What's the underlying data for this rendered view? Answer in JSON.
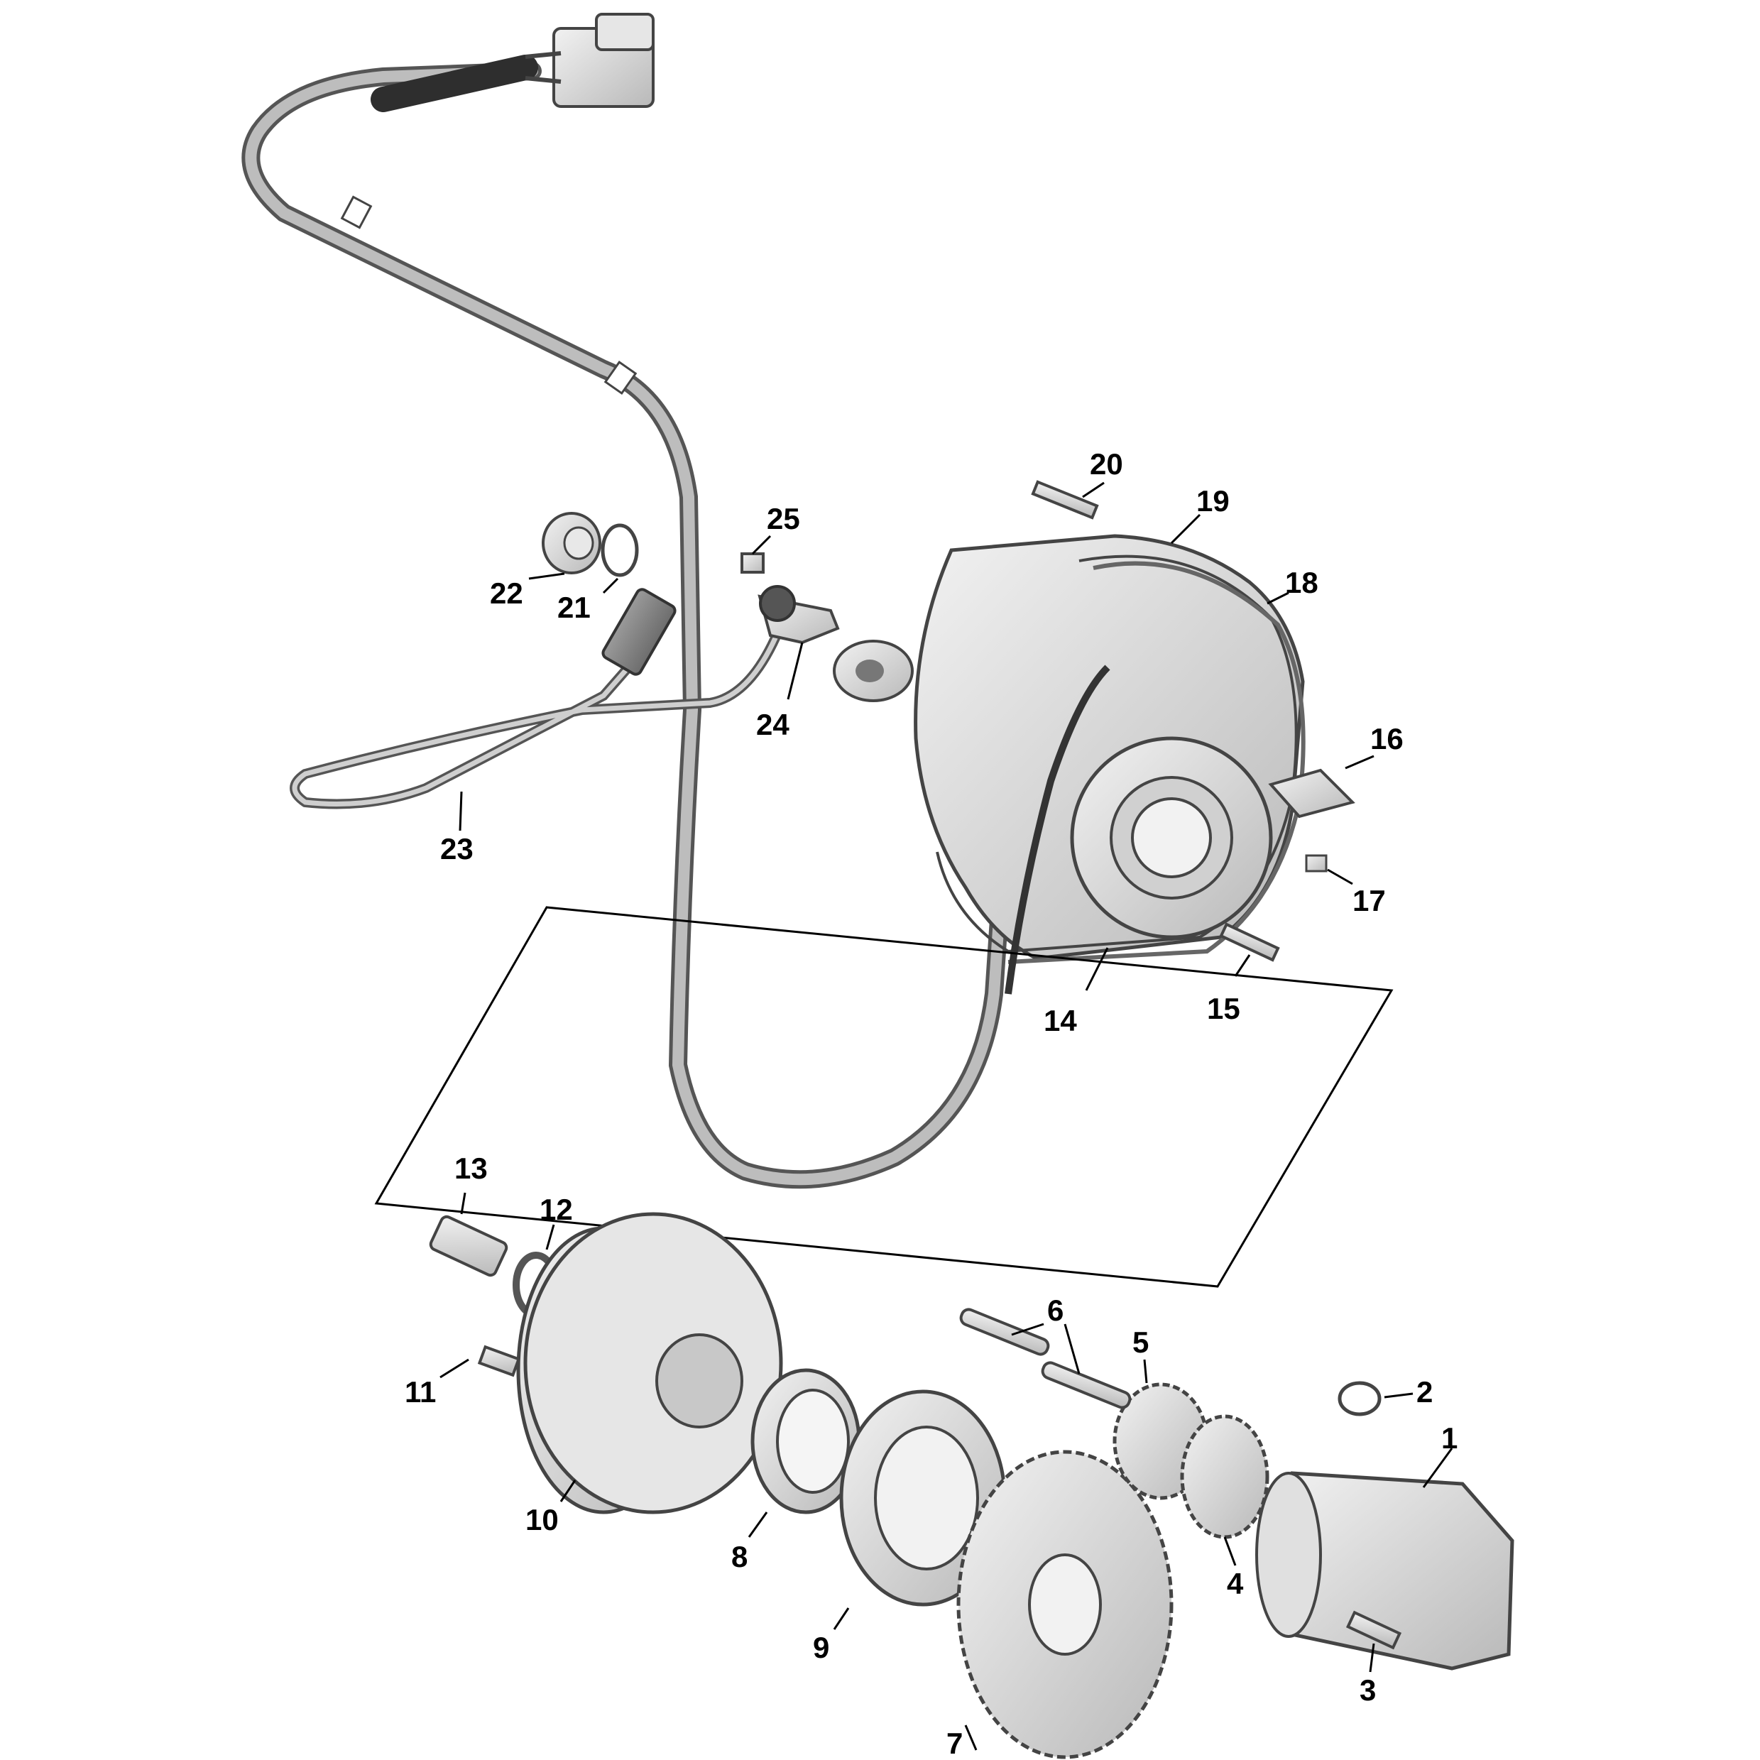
{
  "diagram": {
    "fill_color": "#d9d9d9",
    "stroke_color": "#4a4a4a",
    "callouts": [
      "1",
      "2",
      "3",
      "4",
      "5",
      "6",
      "7",
      "8",
      "9",
      "10",
      "11",
      "12",
      "13",
      "14",
      "15",
      "16",
      "17",
      "18",
      "19",
      "20",
      "21",
      "22",
      "23",
      "24",
      "25"
    ]
  }
}
